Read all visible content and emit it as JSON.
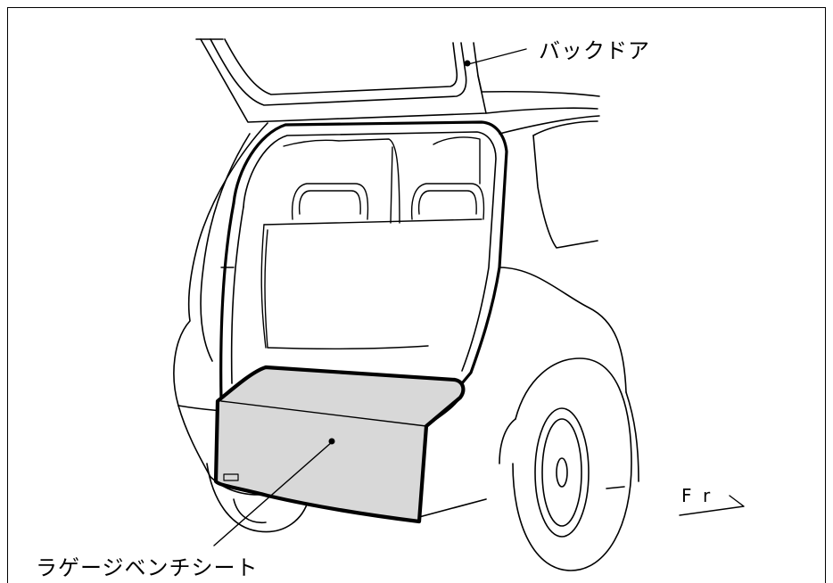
{
  "labels": {
    "back_door": "バックドア",
    "luggage_bench_seat": "ラゲージベンチシート",
    "front_indicator": "Fr"
  },
  "colors": {
    "line": "#000000",
    "seat_fill": "#d8d8d8",
    "background": "#ffffff"
  }
}
